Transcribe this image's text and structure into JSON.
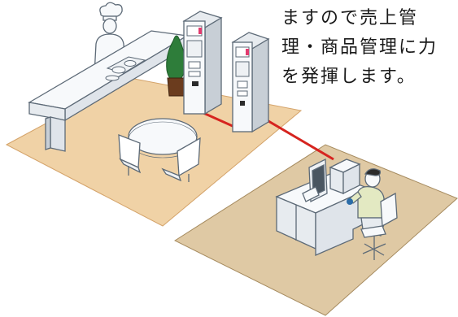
{
  "caption": {
    "lines": [
      "ますので売上管",
      "理・商品管理に力",
      "を発揮します。"
    ]
  },
  "colors": {
    "restaurant_floor": "#f0d2a6",
    "restaurant_floor_edge": "#d4a36a",
    "office_floor": "#dfc9a4",
    "office_floor_edge": "#a58a5e",
    "network_cable": "#d6241f",
    "plant_green": "#2e7d3a",
    "plant_pot": "#6b3c1e",
    "machine_panel": "#e23b6f",
    "outline": "#5d6a77",
    "fill_light": "#f7f9fb"
  },
  "scene": {
    "items": [
      "chef",
      "counter",
      "plant",
      "ticket-vending-machine-left",
      "ticket-vending-machine-right",
      "round-table",
      "chair",
      "office-desk",
      "computer-monitor",
      "computer-printer",
      "office-worker",
      "office-chair"
    ]
  }
}
